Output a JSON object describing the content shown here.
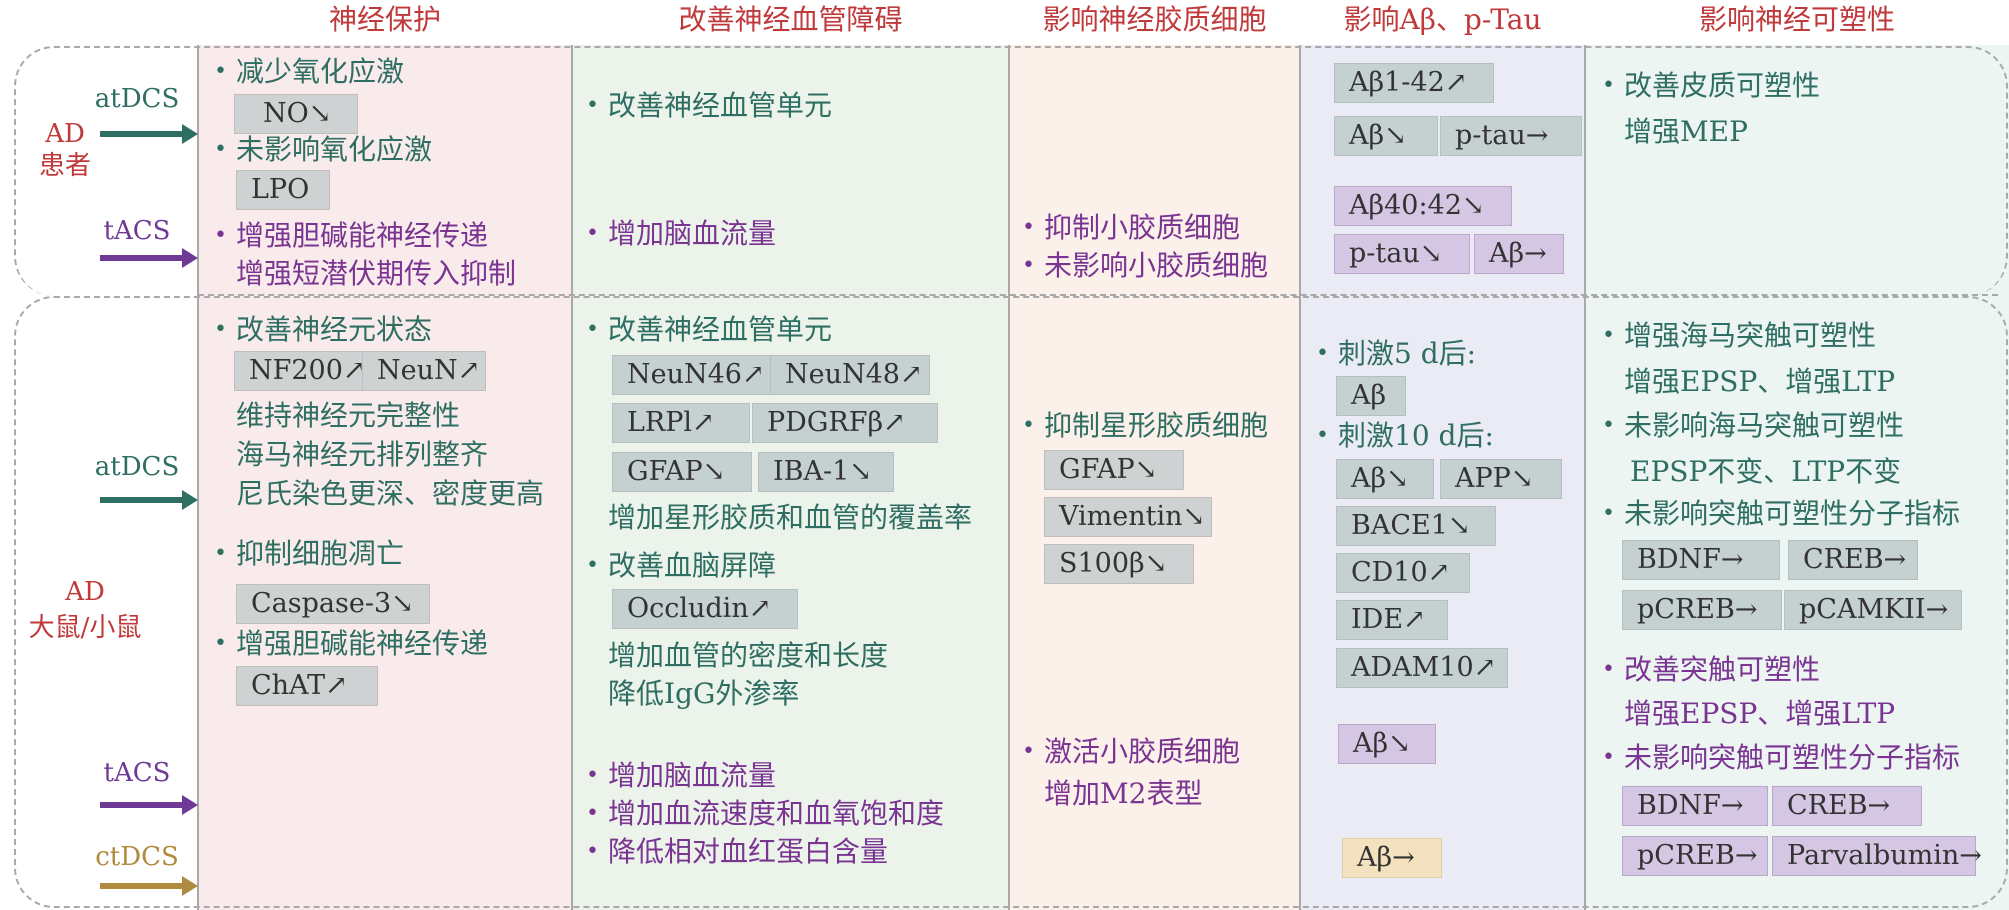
{
  "colors": {
    "header": "#c0393b",
    "green_text": "#2f6e62",
    "purple_text": "#7a3592",
    "atdcs_arrow": "#2f6e62",
    "tacs_arrow": "#6e3a96",
    "ctdcs_arrow": "#b08a3e",
    "col_neuro_bg": "#f9ebeb",
    "col_vascular_bg": "#ecf3ea",
    "col_glia_bg": "#fcf1ea",
    "col_abeta_bg": "#ebebf5",
    "col_plastic_bg": "#edf5f3"
  },
  "headers": [
    "神经保护",
    "改善神经血管障碍",
    "影响神经胶质细胞",
    "影响Aβ、p-Tau",
    "影响神经可塑性"
  ],
  "rows": {
    "patients": {
      "label": "AD\n患者"
    },
    "rodents": {
      "label": "AD\n大鼠/小鼠"
    }
  },
  "stim": {
    "atdcs": "atDCS",
    "tacs": "tACS",
    "ctdcs": "ctDCS"
  },
  "neuro": {
    "p_atdcs_1": "减少氧化应激",
    "p_atdcs_1_box": "NO↘",
    "p_atdcs_2": "未影响氧化应激",
    "p_atdcs_2_box": "LPO",
    "p_tacs_1": "增强胆碱能神经传递",
    "p_tacs_2": "增强短潜伏期传入抑制",
    "r_1": "改善神经元状态",
    "r_1_box_a": "NF200↗",
    "r_1_box_b": "NeuN↗",
    "r_1_line_2": "维持神经元完整性",
    "r_1_line_3": "海马神经元排列整齐",
    "r_1_line_4": "尼氏染色更深、密度更高",
    "r_2": "抑制细胞凋亡",
    "r_2_box": "Caspase-3↘",
    "r_3": "增强胆碱能神经传递",
    "r_3_box": "ChAT↗"
  },
  "vascular": {
    "p_atdcs": "改善神经血管单元",
    "p_tacs": "增加脑血流量",
    "r_1": "改善神经血管单元",
    "r_1_boxes": [
      "NeuN46↗",
      "NeuN48↗",
      "LRPl↗",
      "PDGRFβ↗",
      "GFAP↘",
      "IBA-1↘"
    ],
    "r_1_line": "增加星形胶质和血管的覆盖率",
    "r_2": "改善血脑屏障",
    "r_2_box": "Occludin↗",
    "r_2_line_2": "增加血管的密度和长度",
    "r_2_line_3": "降低IgG外渗率",
    "r_tacs_1": "增加脑血流量",
    "r_tacs_2": "增加血流速度和血氧饱和度",
    "r_tacs_3": "降低相对血红蛋白含量"
  },
  "glia": {
    "p_tacs_1": "抑制小胶质细胞",
    "p_tacs_2": "未影响小胶质细胞",
    "r_atdcs": "抑制星形胶质细胞",
    "r_atdcs_boxes": [
      "GFAP↘",
      "Vimentin↘",
      "S100β↘"
    ],
    "r_tacs_1": "激活小胶质细胞",
    "r_tacs_2": "增加M2表型"
  },
  "abeta": {
    "p_atdcs_boxes": [
      "Aβ1-42↗",
      "Aβ↘",
      "p-tau→"
    ],
    "p_tacs_boxes": [
      "Aβ40:42↘",
      "p-tau↘",
      "Aβ→"
    ],
    "r_1": "刺激5 d后:",
    "r_1_box": "Aβ",
    "r_2": "刺激10 d后:",
    "r_2_boxes": [
      "Aβ↘",
      "APP↘",
      "BACE1↘",
      "CD10↗",
      "IDE↗",
      "ADAM10↗"
    ],
    "r_tacs_box": "Aβ↘",
    "r_ctdcs_box": "Aβ→"
  },
  "plastic": {
    "p_atdcs_1": "改善皮质可塑性",
    "p_atdcs_2": "增强MEP",
    "r_1": "增强海马突触可塑性",
    "r_1_line": "增强EPSP、增强LTP",
    "r_2": "未影响海马突触可塑性",
    "r_2_line": "EPSP不变、LTP不变",
    "r_3": "未影响突触可塑性分子指标",
    "r_3_boxes": [
      "BDNF→",
      "CREB→",
      "pCREB→",
      "pCAMKII→"
    ],
    "r_tacs_1": "改善突触可塑性",
    "r_tacs_1_line": "增强EPSP、增强LTP",
    "r_tacs_2": "未影响突触可塑性分子指标",
    "r_tacs_2_boxes": [
      "BDNF→",
      "CREB→",
      "pCREB→",
      "Parvalbumin→"
    ]
  }
}
